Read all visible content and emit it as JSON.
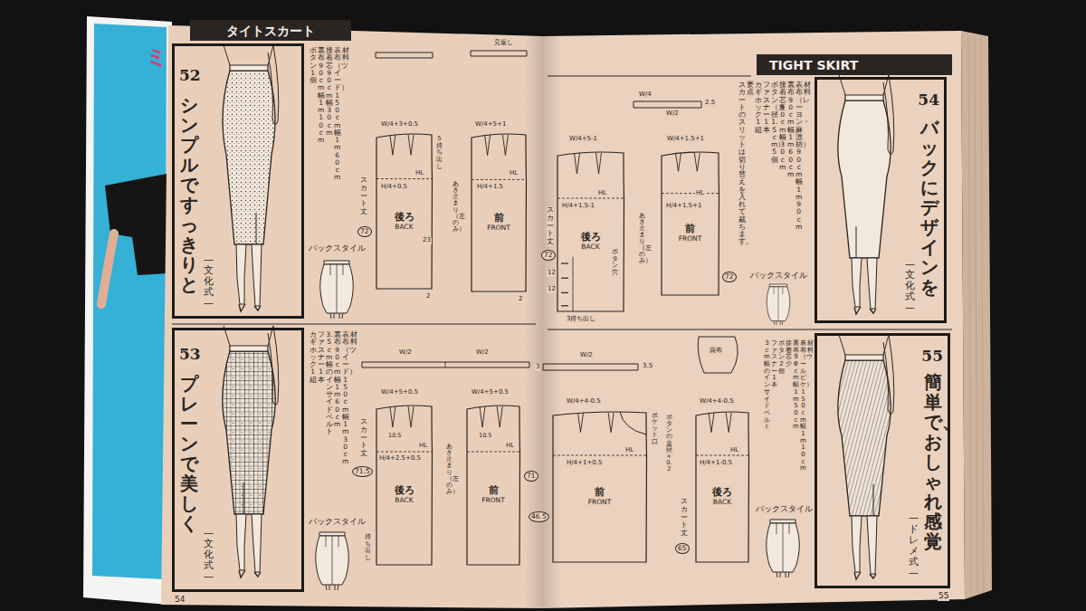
{
  "diagram": {
    "nodes": [
      {
        "text": [
          "タイトスカート"
        ]
      },
      {
        "text": [
          "TIGHT SKIRT"
        ]
      },
      {
        "text": [
          "52",
          "シンプルですっきりと",
          "—文化式—"
        ]
      },
      {
        "text": [
          "後ろ",
          "BACK"
        ]
      },
      {
        "text": [
          "前",
          "FRONT"
        ]
      },
      {
        "text": [
          "53",
          "プレーンで美しく",
          "—文化式—"
        ]
      },
      {
        "text": [
          "後ろ",
          "BACK"
        ]
      },
      {
        "text": [
          "前",
          "FRONT"
        ]
      },
      {
        "text": [
          "54",
          "バックにデザインを",
          "—文化式—"
        ]
      },
      {
        "text": [
          "後ろ",
          "BACK"
        ]
      },
      {
        "text": [
          "前",
          "FRONT"
        ]
      },
      {
        "text": [
          "55",
          "簡単で、おしゃれ感覚",
          "—ドレメ式—"
        ]
      },
      {
        "text": [
          "前",
          "FRONT"
        ]
      },
      {
        "text": [
          "後ろ",
          "BACK"
        ]
      }
    ],
    "labels": [
      "ミ",
      "54",
      "55",
      "材料",
      "表布（ツイード）150cm幅1m60cm",
      "接着芯90cm幅30cm",
      "裏布90cm幅1m10cm",
      "ボタン1個",
      "バックスタイル",
      "スカート丈",
      "72",
      "見返し",
      "W/4+3+0.5",
      "W/4+5+1",
      "HL",
      "HL",
      "H/4+0.5",
      "H/4+1.5",
      "5持ち出し",
      "あき止まり（左のみ）",
      "23",
      "2",
      "2",
      "材料",
      "表布（ツイード）150cm幅1m30cm",
      "裏布90cm幅1m60cm",
      "3.5cm幅のインサイドベルト",
      "ファスナー1本",
      "カギホック1組",
      "バックスタイル",
      "スカート丈",
      "71.5",
      "W/2",
      "W/2",
      "W/4+5+0.5",
      "W/4+5+0.5",
      "10.5",
      "10.5",
      "HL",
      "HL",
      "H/4+2.5+0.5",
      "あき止まり（左のみ）",
      "71",
      "持ち出し",
      "材料",
      "表布（レーヨン・麻混紡）90cm幅1m90cm",
      "裏布90cm幅1m60cm",
      "接着芯90cm幅30cm",
      "ボタン（直径1.5cm）5個",
      "ファスナー1本",
      "カギホック1組",
      "要点",
      "スカートのスリットは切り替えを入れて裁ちます。",
      "バックスタイル",
      "W/4",
      "W/2",
      "2.5",
      "W/4+5-1",
      "W/4+1.5+1",
      "HL",
      "HL",
      "H/4+1.5-1",
      "H/4+1.5+1",
      "あき止まり（左のみ）",
      "スカート丈",
      "72",
      "72",
      "ボタン穴",
      "12",
      "12",
      "3持ち出し",
      "材料",
      "表布（ウールピケ）150cm幅1m10cm",
      "裏布90cm幅1m50cm",
      "接着芯少々",
      "ボタン2個",
      "ファスナー1本",
      "3cm幅のインサイドベルト",
      "バックスタイル",
      "W/2",
      "3",
      "3.5",
      "袋布",
      "ポケット口",
      "ボタンの直径+0.2",
      "W/4+4-0.5",
      "W/4+4-0.5",
      "HL",
      "HL",
      "H/4+1+0.5",
      "H/4+1-0.5",
      "46.5",
      "スカート丈",
      "65"
    ]
  }
}
